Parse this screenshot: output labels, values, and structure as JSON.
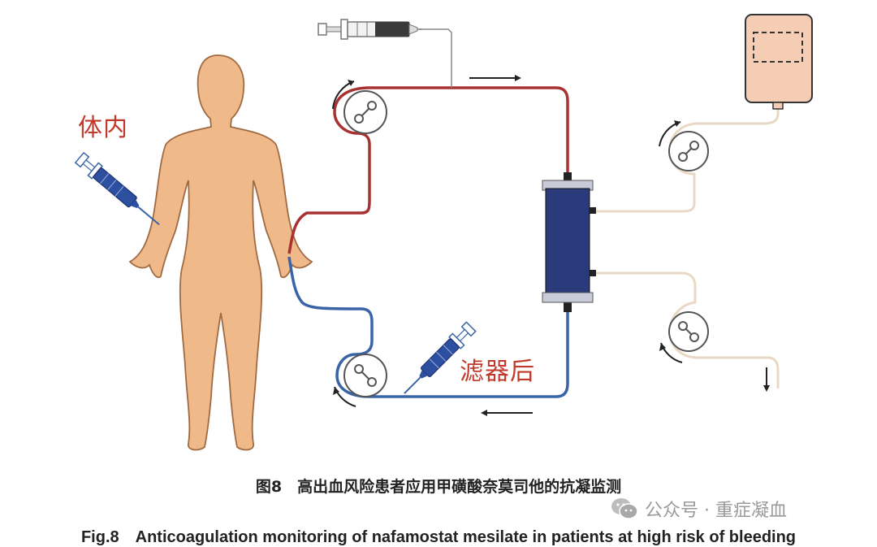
{
  "labels": {
    "body": "体内",
    "post_filter": "滤器后"
  },
  "caption": {
    "cn": "图8　高出血风险患者应用甲磺酸奈莫司他的抗凝监测",
    "en": "Fig.8　Anticoagulation monitoring of nafamostat mesilate in patients at high risk of bleeding"
  },
  "watermark": {
    "text": "公众号 · 重症凝血",
    "icon": "wechat-icon"
  },
  "colors": {
    "arterial": "#a83232",
    "venous": "#3a64a8",
    "dialysate": "#e8d9c4",
    "skin": "#f0b98a",
    "filter": "#2b3a7a",
    "bag": "#f5cdb4"
  }
}
